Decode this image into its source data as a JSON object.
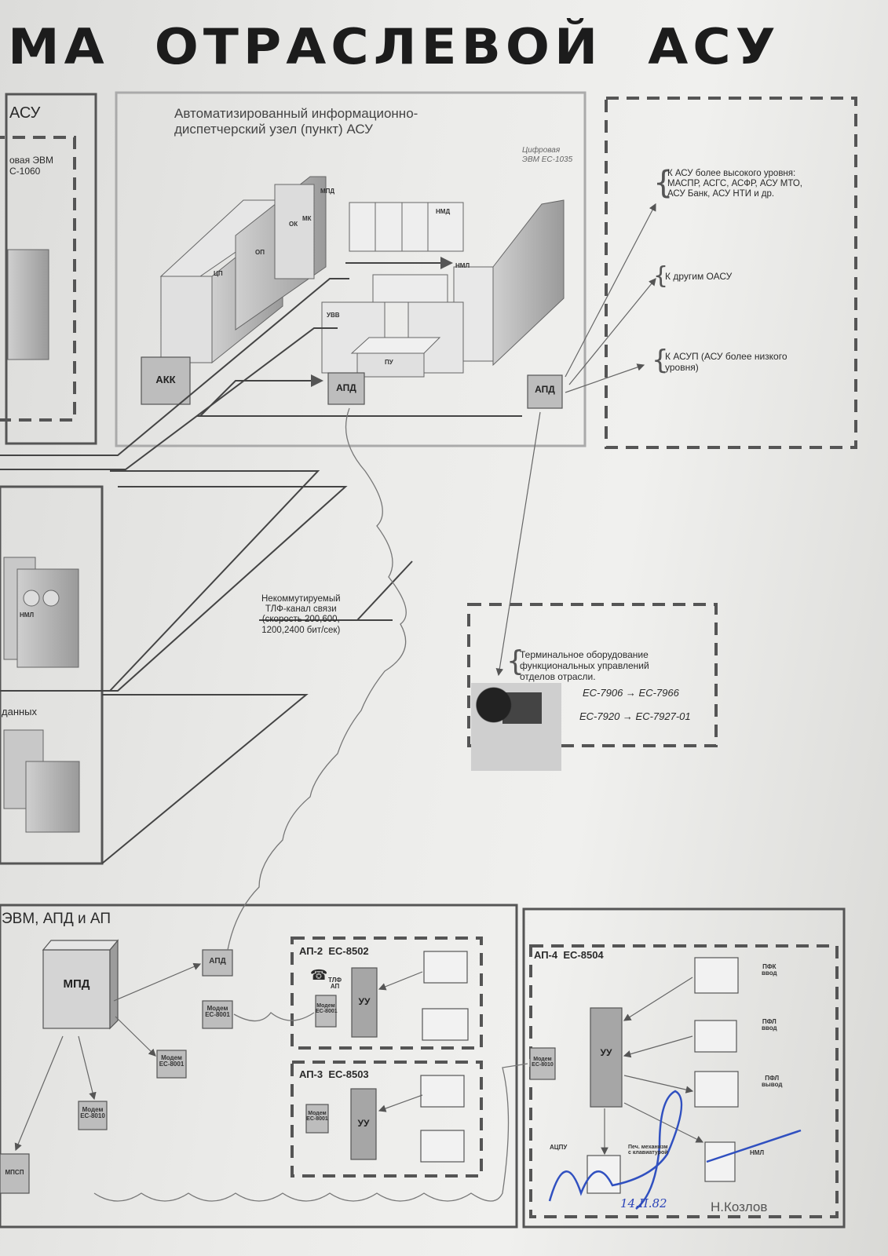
{
  "title": "МА  ОТРАСЛЕВОЙ  АСУ",
  "left_panel": {
    "title": "АСУ",
    "computer": "овая ЭВМ\nС-1060"
  },
  "center_panel": {
    "title": "Автоматизированный информационно-\nдиспетчерский узел (пункт) АСУ",
    "computer": "Цифровая\nЭВМ ЕС-1035",
    "units": {
      "akk": "АКК",
      "apd1": "АПД",
      "apd2": "АПД",
      "cpu": "ЦП",
      "op": "ОП",
      "uvv": "УВВ",
      "pu": "ПУ",
      "nmd": "НМД",
      "nml": "НМЛ",
      "mpd": "МПД",
      "ok": "ОК",
      "mk": "МК"
    }
  },
  "right_panel": {
    "higher": "К АСУ более высокого уровня:\nМАСПР, АСГС, АСФР, АСУ МТО,\nАСУ Банк, АСУ НТИ и др.",
    "other": "К другим ОАСУ",
    "lower": "К АСУП (АСУ более низкого\nуровня)"
  },
  "left_middle": {
    "nml": "НМЛ",
    "data": "данных"
  },
  "channel_label": "Некоммутируемый\nТЛФ-канал связи\n(скорость 200,600,\n1200,2400 бит/сек)",
  "terminal": {
    "text": "Терминальное оборудование\nфункциональных управлений\nотделов отрасли.",
    "model1": "ЕС-7906 → ЕС-7966",
    "model2": "ЕС-7920 → ЕС-7927-01"
  },
  "bottom_left": {
    "title": "ЭВМ, АПД и АП",
    "mpd": "МПД",
    "apd": "АПД",
    "modem": "Модем\nЕС-8001",
    "modem_b": "Модем\nЕС-8010",
    "mpsp": "МПСП"
  },
  "ap2": {
    "title": "АП-2  ЕС-8502",
    "uu": "УУ",
    "phone": "ТЛФ\nАП",
    "modem": "Модем\nЕС-8001"
  },
  "ap3": {
    "title": "АП-3  ЕС-8503",
    "uu": "УУ",
    "modem": "Модем\nЕС-8001"
  },
  "ap4": {
    "title": "АП-4  ЕС-8504",
    "uu": "УУ",
    "modem": "Модем\nЕС-8010",
    "pfk": "ПФК\nввод",
    "pfl_in": "ПФЛ\nввод",
    "pfl_out": "ПФЛ\nвывод",
    "acpu": "АЦПУ",
    "printer": "Печ. механизм\nс клавиатурой",
    "nml": "НМЛ"
  },
  "signature": {
    "name": "Н.Козлов",
    "date": "14.II.82"
  }
}
